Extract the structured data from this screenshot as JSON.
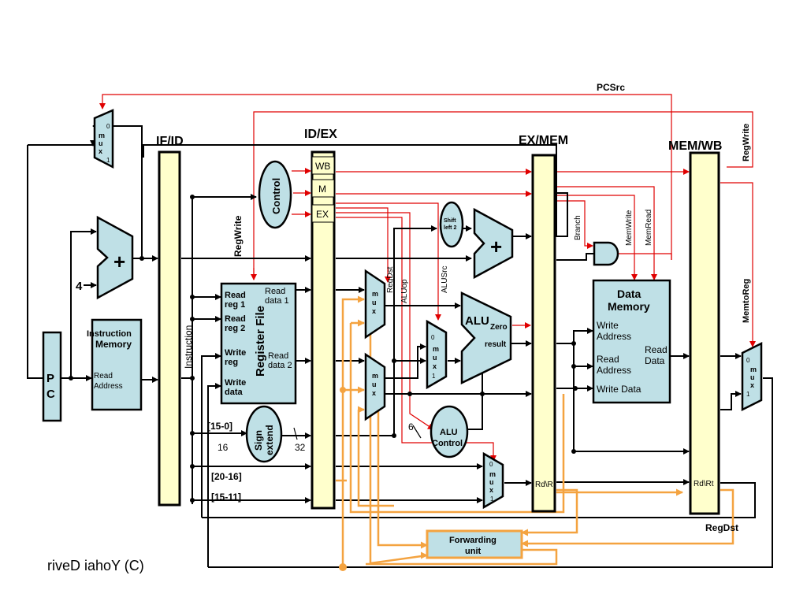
{
  "stages": {
    "if_id": "IF/ID",
    "id_ex": "ID/EX",
    "ex_mem": "EX/MEM",
    "mem_wb": "MEM/WB"
  },
  "id_ex_fields": [
    "WB",
    "M",
    "EX"
  ],
  "signals": {
    "pcsrc": "PCSrc",
    "regwrite_top": "RegWrite",
    "regwrite_id": "RegWrite",
    "memtoreg": "MemtoReg",
    "branch": "Branch",
    "memwrite": "MemWrite",
    "memread": "MemRead",
    "regdst_ex": "RegDst",
    "aluop": "ALUop",
    "alusrc": "ALUSrc",
    "regdst_bottom": "RegDst"
  },
  "units": {
    "pc": [
      "P",
      "C"
    ],
    "instruction_memory": [
      "Instruction",
      "Memory"
    ],
    "read_address": [
      "Read",
      "Address"
    ],
    "instruction_bus": "Instruction",
    "control": "Control",
    "register_file": "Register File",
    "read_reg1": [
      "Read",
      "reg 1"
    ],
    "read_reg2": [
      "Read",
      "reg 2"
    ],
    "write_reg": [
      "Write",
      "reg"
    ],
    "write_data": [
      "Write",
      "data"
    ],
    "read_data1": [
      "Read",
      "data 1"
    ],
    "read_data2": [
      "Read",
      "data 2"
    ],
    "sign_extend": [
      "Sign",
      "extend"
    ],
    "shift_left": [
      "Shift",
      "left 2"
    ],
    "alu": "ALU",
    "alu_zero": "Zero",
    "alu_result": "result",
    "alu_control": [
      "ALU",
      "Control"
    ],
    "data_memory": [
      "Data",
      "Memory"
    ],
    "dm_write_address": [
      "Write",
      "Address"
    ],
    "dm_read_address": [
      "Read",
      "Address"
    ],
    "dm_read_data": [
      "Read",
      "Data"
    ],
    "dm_write_data": "Write Data",
    "forwarding_unit": [
      "Forwarding",
      "unit"
    ],
    "adder_symbol": "+",
    "const_four": "4"
  },
  "mux": {
    "letters": [
      "m",
      "u",
      "x"
    ],
    "zero": "0",
    "one": "1"
  },
  "bus_labels": {
    "bits_15_0": "[15-0]",
    "bits_20_16": "[20-16]",
    "bits_15_11": "[15-11]",
    "width_16": "16",
    "width_32": "32",
    "width_6": "6",
    "rd_r_exmem": "Rd\\R",
    "rd_rt_memwb": "Rd\\Rt"
  },
  "copyright": "riveD iahoY  (C)"
}
